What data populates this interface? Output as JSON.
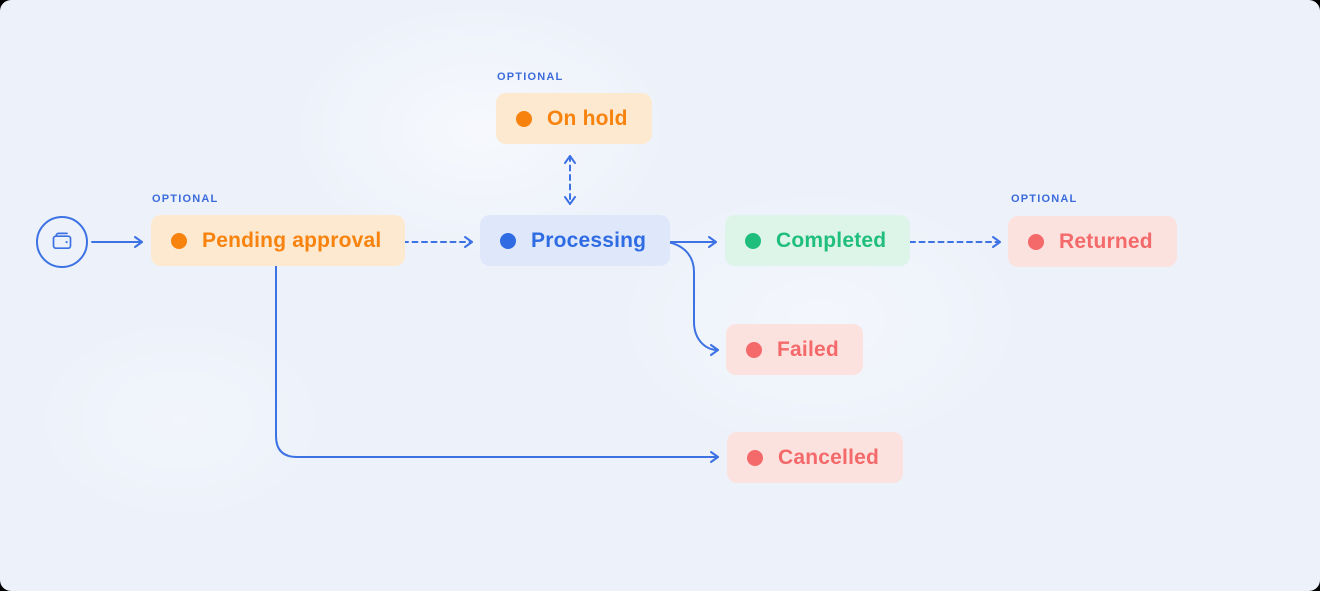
{
  "diagram": {
    "optional_label": "OPTIONAL",
    "start_node": {
      "icon": "wallet-icon"
    },
    "nodes": [
      {
        "id": "pending-approval",
        "label": "Pending approval",
        "status_color": "orange",
        "optional": true
      },
      {
        "id": "on-hold",
        "label": "On hold",
        "status_color": "orange",
        "optional": true
      },
      {
        "id": "processing",
        "label": "Processing",
        "status_color": "blue",
        "optional": false
      },
      {
        "id": "completed",
        "label": "Completed",
        "status_color": "green",
        "optional": false
      },
      {
        "id": "returned",
        "label": "Returned",
        "status_color": "red",
        "optional": true
      },
      {
        "id": "failed",
        "label": "Failed",
        "status_color": "red",
        "optional": false
      },
      {
        "id": "cancelled",
        "label": "Cancelled",
        "status_color": "red",
        "optional": false
      }
    ],
    "edges": [
      {
        "from": "start",
        "to": "pending-approval",
        "style": "solid",
        "bidirectional": false
      },
      {
        "from": "pending-approval",
        "to": "processing",
        "style": "dashed",
        "bidirectional": false
      },
      {
        "from": "processing",
        "to": "on-hold",
        "style": "dashed",
        "bidirectional": true
      },
      {
        "from": "processing",
        "to": "completed",
        "style": "solid",
        "bidirectional": false
      },
      {
        "from": "processing",
        "to": "failed",
        "style": "solid",
        "bidirectional": false
      },
      {
        "from": "pending-approval",
        "to": "cancelled",
        "style": "solid",
        "bidirectional": false
      },
      {
        "from": "completed",
        "to": "returned",
        "style": "dashed",
        "bidirectional": false
      }
    ],
    "colors": {
      "canvas_background": "#ECF1FA",
      "connector_blue": "#3D72E4",
      "optional_label_blue": "#3B6BDB",
      "orange_text": "#F8820E",
      "orange_badge_bg": "#FDE9CF",
      "blue_text": "#2F6CE3",
      "blue_badge_bg": "#DEE8FA",
      "green_text": "#1FBE7C",
      "green_badge_bg": "#DDF5E9",
      "red_text": "#F4696A",
      "red_badge_bg": "#FCE2DF"
    }
  }
}
